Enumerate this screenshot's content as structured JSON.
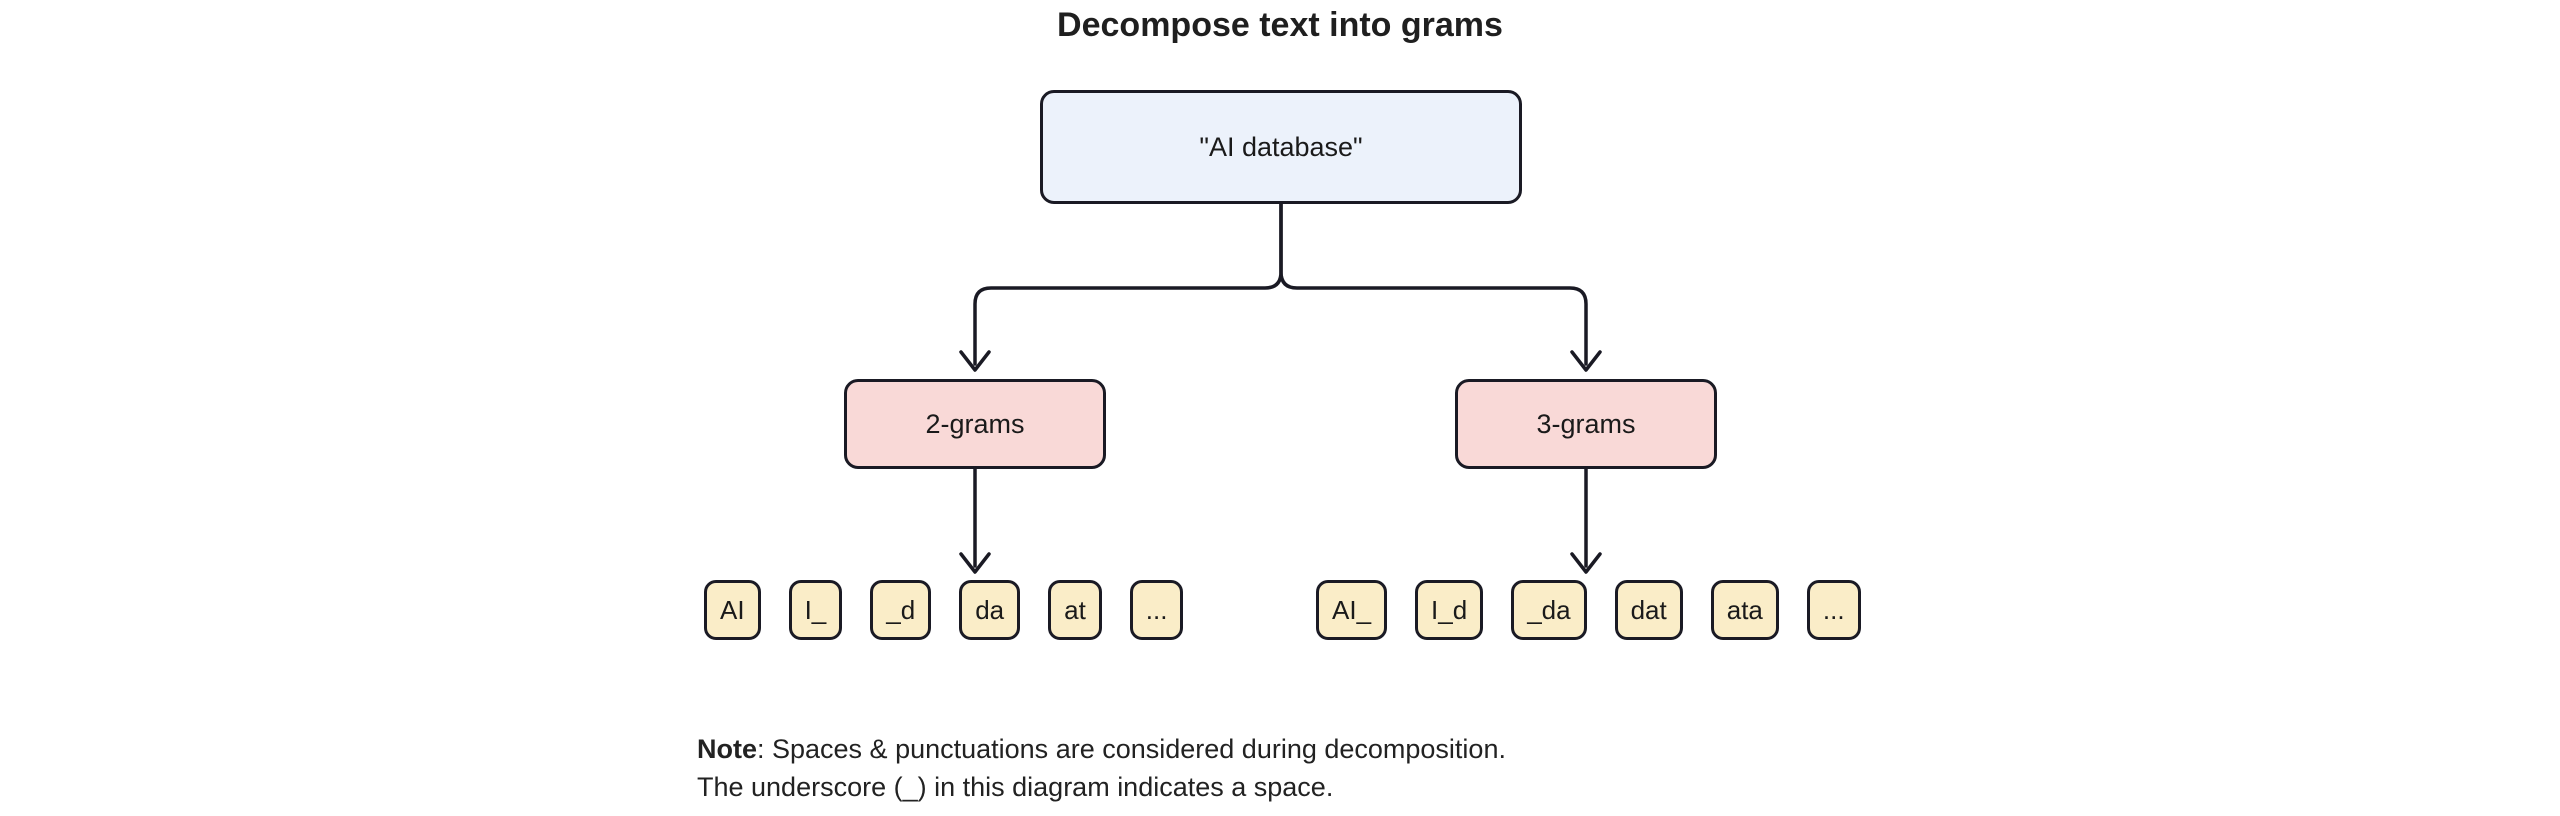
{
  "title": "Decompose text into grams",
  "diagram": {
    "root_label": "\"AI database\"",
    "branches": [
      {
        "label": "2-grams",
        "leaves": [
          "AI",
          "I_",
          "_d",
          "da",
          "at",
          "..."
        ]
      },
      {
        "label": "3-grams",
        "leaves": [
          "AI_",
          "I_d",
          "_da",
          "dat",
          "ata",
          "..."
        ]
      }
    ],
    "colors": {
      "root_fill": "#ecf2fb",
      "branch_fill": "#f9d9d7",
      "leaf_fill": "#faedc8",
      "border": "#1a1a24",
      "line": "#1a1a24",
      "text": "#1a1a1a"
    }
  },
  "note": {
    "label": "Note",
    "line1_rest": ": Spaces & punctuations are considered during decomposition.",
    "line2": "The underscore (_) in this diagram indicates a space."
  }
}
